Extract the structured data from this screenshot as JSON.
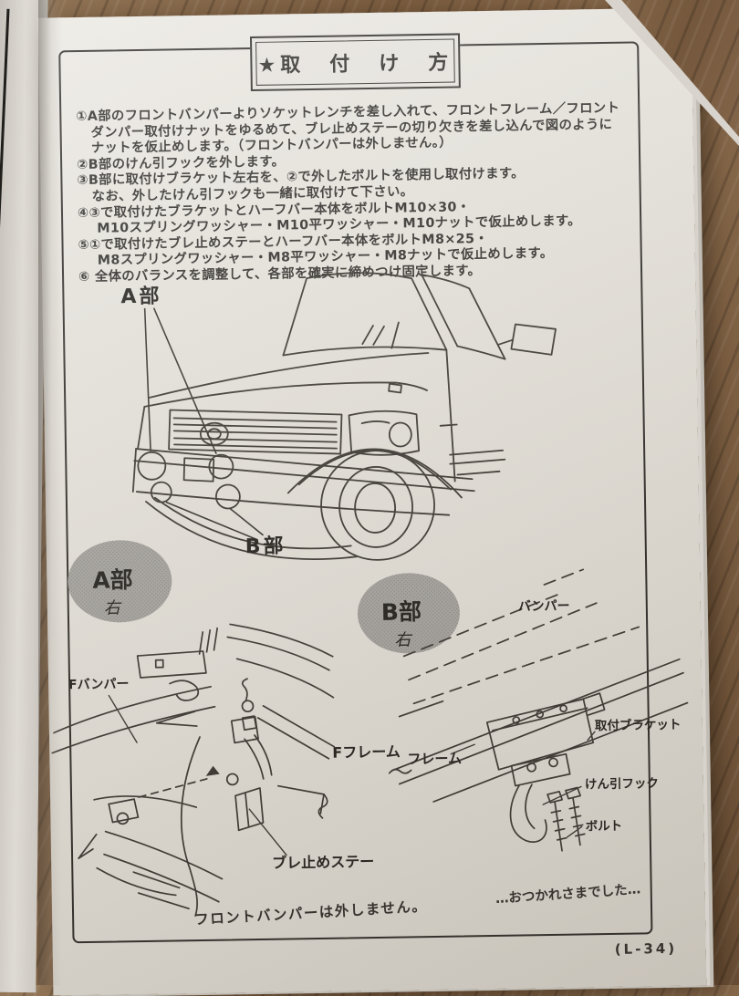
{
  "photo": {
    "surface": "wood-table",
    "wood_color": "#7b5d40",
    "paper_color": "#e4e1da",
    "ink_color": "#2f2d2a"
  },
  "title_box": {
    "label": "★取　付　け　方"
  },
  "instructions": {
    "lines": [
      "①A部のフロントバンパーよりソケットレンチを差し入れて、フロントフレーム／フロント",
      "ダンパー取付けナットをゆるめて、ブレ止めステーの切り欠きを差し込んで図のように",
      "ナットを仮止めします。（フロントバンパーは外しません。）",
      "②B部のけん引フックを外します。",
      "③B部に取付けブラケット左右を、②で外したボルトを使用し取付けます。",
      "なお、外したけん引フックも一緒に取付けて下さい。",
      "④③で取付けたブラケットとハーフバー本体をボルトM10×30・",
      "M10スプリングワッシャー・M10平ワッシャー・M10ナットで仮止めします。",
      "⑤①で取付けたブレ止めステーとハーフバー本体をボルトM8×25・",
      "M8スプリングワッシャー・M8平ワッシャー・M8ナットで仮止めします。",
      "⑥ 全体のバランスを調整して、各部を確実に締めつけ固定します。"
    ]
  },
  "car_diagram": {
    "label_a": "A部",
    "label_b": "B部"
  },
  "detail_a": {
    "balloon": {
      "title": "A部",
      "side": "右"
    },
    "labels": {
      "f_bumper": "Fバンパー",
      "f_frame": "Fフレーム",
      "stay": "ブレ止めステー"
    },
    "caption": "フロントバンパーは外しません。"
  },
  "detail_b": {
    "balloon": {
      "title": "B部",
      "side": "右"
    },
    "labels": {
      "bumper": "バンパー",
      "frame": "フレーム",
      "bracket": "取付ブラケット",
      "hook": "けん引フック",
      "bolt": "ボルト"
    },
    "closing": "…おつかれさまでした…"
  },
  "footer": {
    "page_number": "(L-34)"
  }
}
